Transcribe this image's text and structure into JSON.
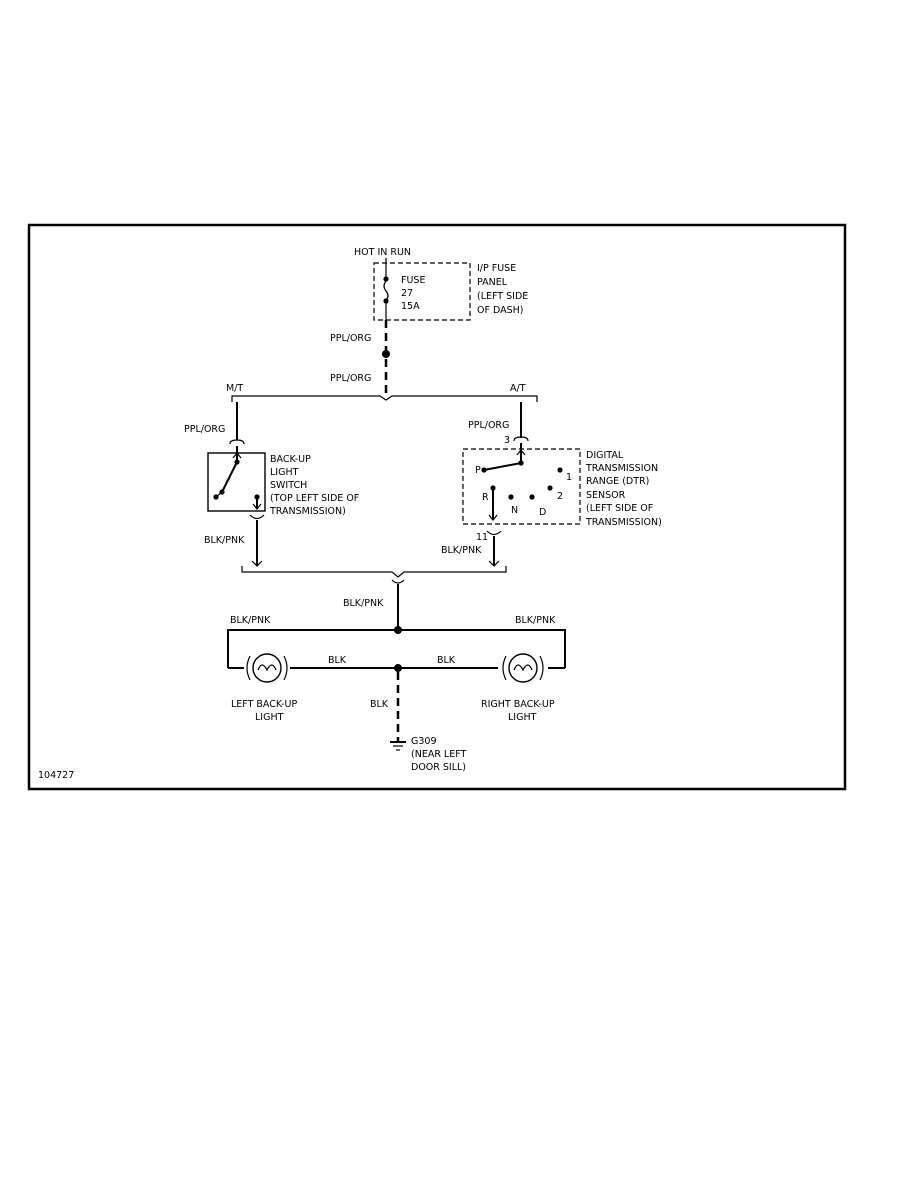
{
  "fuse_panel": {
    "supply": "HOT IN RUN",
    "fuse": [
      "FUSE",
      "27",
      "15A"
    ],
    "location": [
      "I/P FUSE",
      "PANEL",
      "(LEFT SIDE",
      "OF DASH)"
    ]
  },
  "wires": {
    "ppl_org_upper": "PPL/ORG",
    "ppl_org_lower": "PPL/ORG",
    "ppl_org_mt": "PPL/ORG",
    "ppl_org_at": "PPL/ORG",
    "blk_pnk_switch": "BLK/PNK",
    "blk_pnk_dtr": "BLK/PNK",
    "blk_pnk_main": "BLK/PNK",
    "blk_pnk_left": "BLK/PNK",
    "blk_pnk_right": "BLK/PNK",
    "blk_left": "BLK",
    "blk_right": "BLK",
    "blk_ground": "BLK"
  },
  "branches": {
    "manual": "M/T",
    "automatic": "A/T"
  },
  "switch_label": [
    "BACK-UP",
    "LIGHT",
    "SWITCH",
    "(TOP LEFT SIDE OF",
    "TRANSMISSION)"
  ],
  "dtr": {
    "pin_in": "3",
    "pin_out": "11",
    "positions": {
      "p": "P",
      "r": "R",
      "n": "N",
      "d": "D",
      "two": "2",
      "one": "1"
    },
    "label": [
      "DIGITAL",
      "TRANSMISSION",
      "RANGE (DTR)",
      "SENSOR",
      "(LEFT SIDE OF",
      "TRANSMISSION)"
    ]
  },
  "lights": {
    "left": [
      "LEFT BACK-UP",
      "LIGHT"
    ],
    "right": [
      "RIGHT BACK-UP",
      "LIGHT"
    ]
  },
  "ground": [
    "G309",
    "(NEAR LEFT",
    "DOOR SILL)"
  ],
  "figure_id": "104727"
}
